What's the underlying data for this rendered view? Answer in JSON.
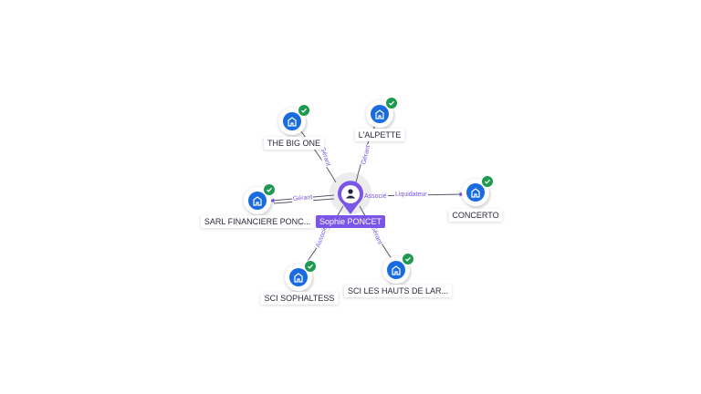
{
  "person": {
    "name": "Sophie PONCET"
  },
  "companies": [
    {
      "id": "bigone",
      "name": "THE BIG ONE",
      "verified": true
    },
    {
      "id": "alpette",
      "name": "L'ALPETTE",
      "verified": true
    },
    {
      "id": "sarl",
      "name": "SARL FINANCIERE PONC...",
      "verified": true
    },
    {
      "id": "concerto",
      "name": "CONCERTO",
      "verified": true
    },
    {
      "id": "sophaltess",
      "name": "SCI SOPHALTESS",
      "verified": true
    },
    {
      "id": "hauts",
      "name": "SCI LES HAUTS DE LAR...",
      "verified": true
    }
  ],
  "relations": [
    {
      "id": "r1",
      "label": "Gérant"
    },
    {
      "id": "r2",
      "label": "Gérant"
    },
    {
      "id": "r3",
      "label": "Gérant"
    },
    {
      "id": "r4",
      "label": "Associé"
    },
    {
      "id": "r5",
      "label": "Liquidateur"
    },
    {
      "id": "r6",
      "label": "Associé"
    },
    {
      "id": "r7",
      "label": "Gérant"
    }
  ],
  "colors": {
    "accent": "#7b54e8",
    "company": "#1a6be0",
    "verified": "#1e9a50"
  },
  "icons": {
    "company": "building-icon",
    "person": "user-icon",
    "verified": "check-badge-icon"
  }
}
